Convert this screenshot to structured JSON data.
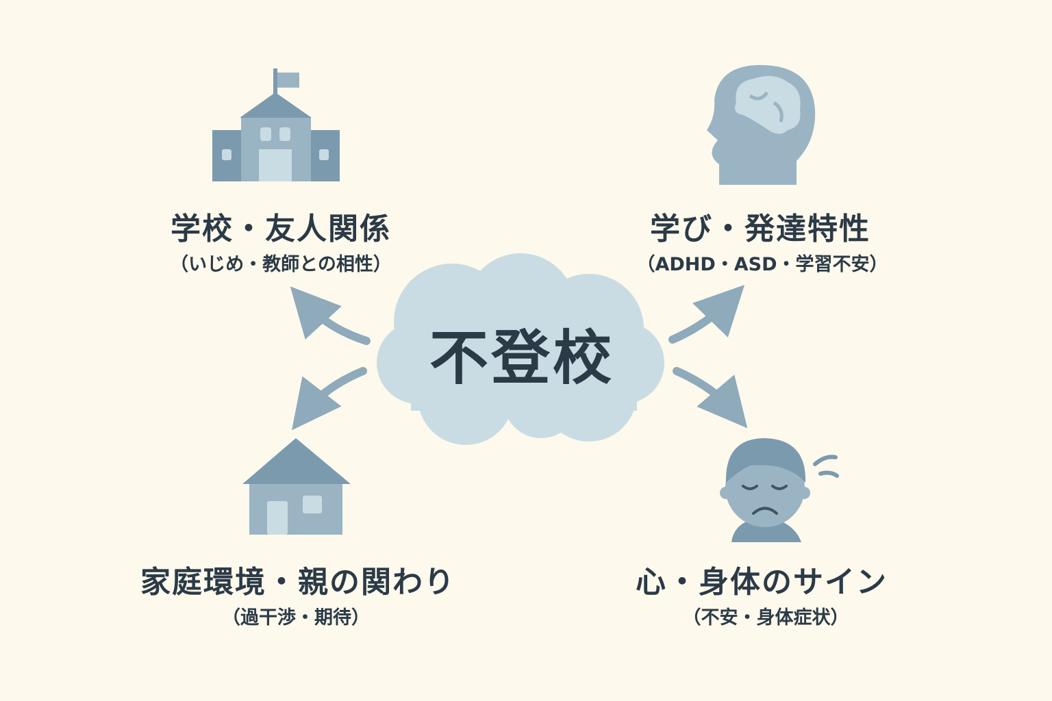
{
  "center": {
    "label": "不登校"
  },
  "factors": [
    {
      "title": "学校・友人関係",
      "subtitle": "（いじめ・教師との相性）",
      "icon": "school-icon"
    },
    {
      "title": "学び・発達特性",
      "subtitle": "（ADHD・ASD・学習不安）",
      "icon": "brain-head-icon"
    },
    {
      "title": "家庭環境・親の関わり",
      "subtitle": "（過干渉・期待）",
      "icon": "house-icon"
    },
    {
      "title": "心・身体のサイン",
      "subtitle": "（不安・身体症状）",
      "icon": "worried-child-icon"
    }
  ],
  "colors": {
    "background": "#fdf9ec",
    "cloud": "#c9dce3",
    "icon": "#7b9aae",
    "icon_light": "#9ab4c3",
    "text": "#2b3a47"
  }
}
